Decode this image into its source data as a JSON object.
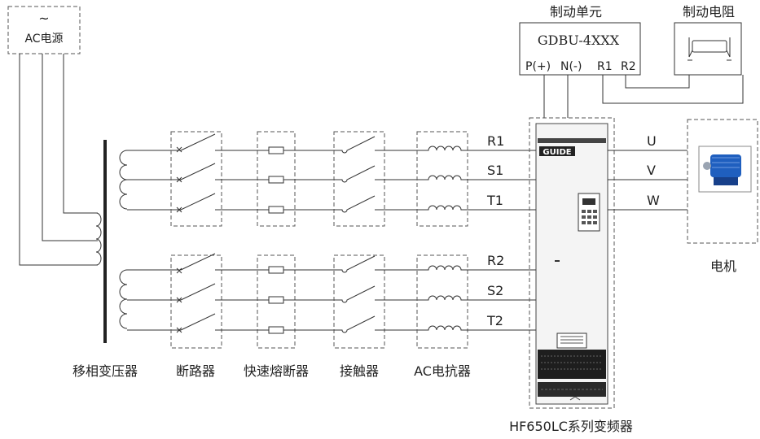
{
  "source": {
    "symbol": "~",
    "label": "AC电源"
  },
  "brake_unit": {
    "title": "制动单元",
    "model": "GDBU-4XXX",
    "terminals": [
      "P(+)",
      "N(-)",
      "R1",
      "R2"
    ]
  },
  "brake_resistor": {
    "title": "制动电阻"
  },
  "lines_upper": [
    "R1",
    "S1",
    "T1"
  ],
  "lines_lower": [
    "R2",
    "S2",
    "T2"
  ],
  "outputs": [
    "U",
    "V",
    "W"
  ],
  "motor": {
    "label": "电机"
  },
  "captions": {
    "transformer": "移相变压器",
    "breaker": "断路器",
    "fuse": "快速熔断器",
    "contactor": "接触器",
    "reactor": "AC电抗器"
  },
  "vfd": {
    "brand": "GUIDE",
    "caption": "HF650LC系列变频器"
  }
}
